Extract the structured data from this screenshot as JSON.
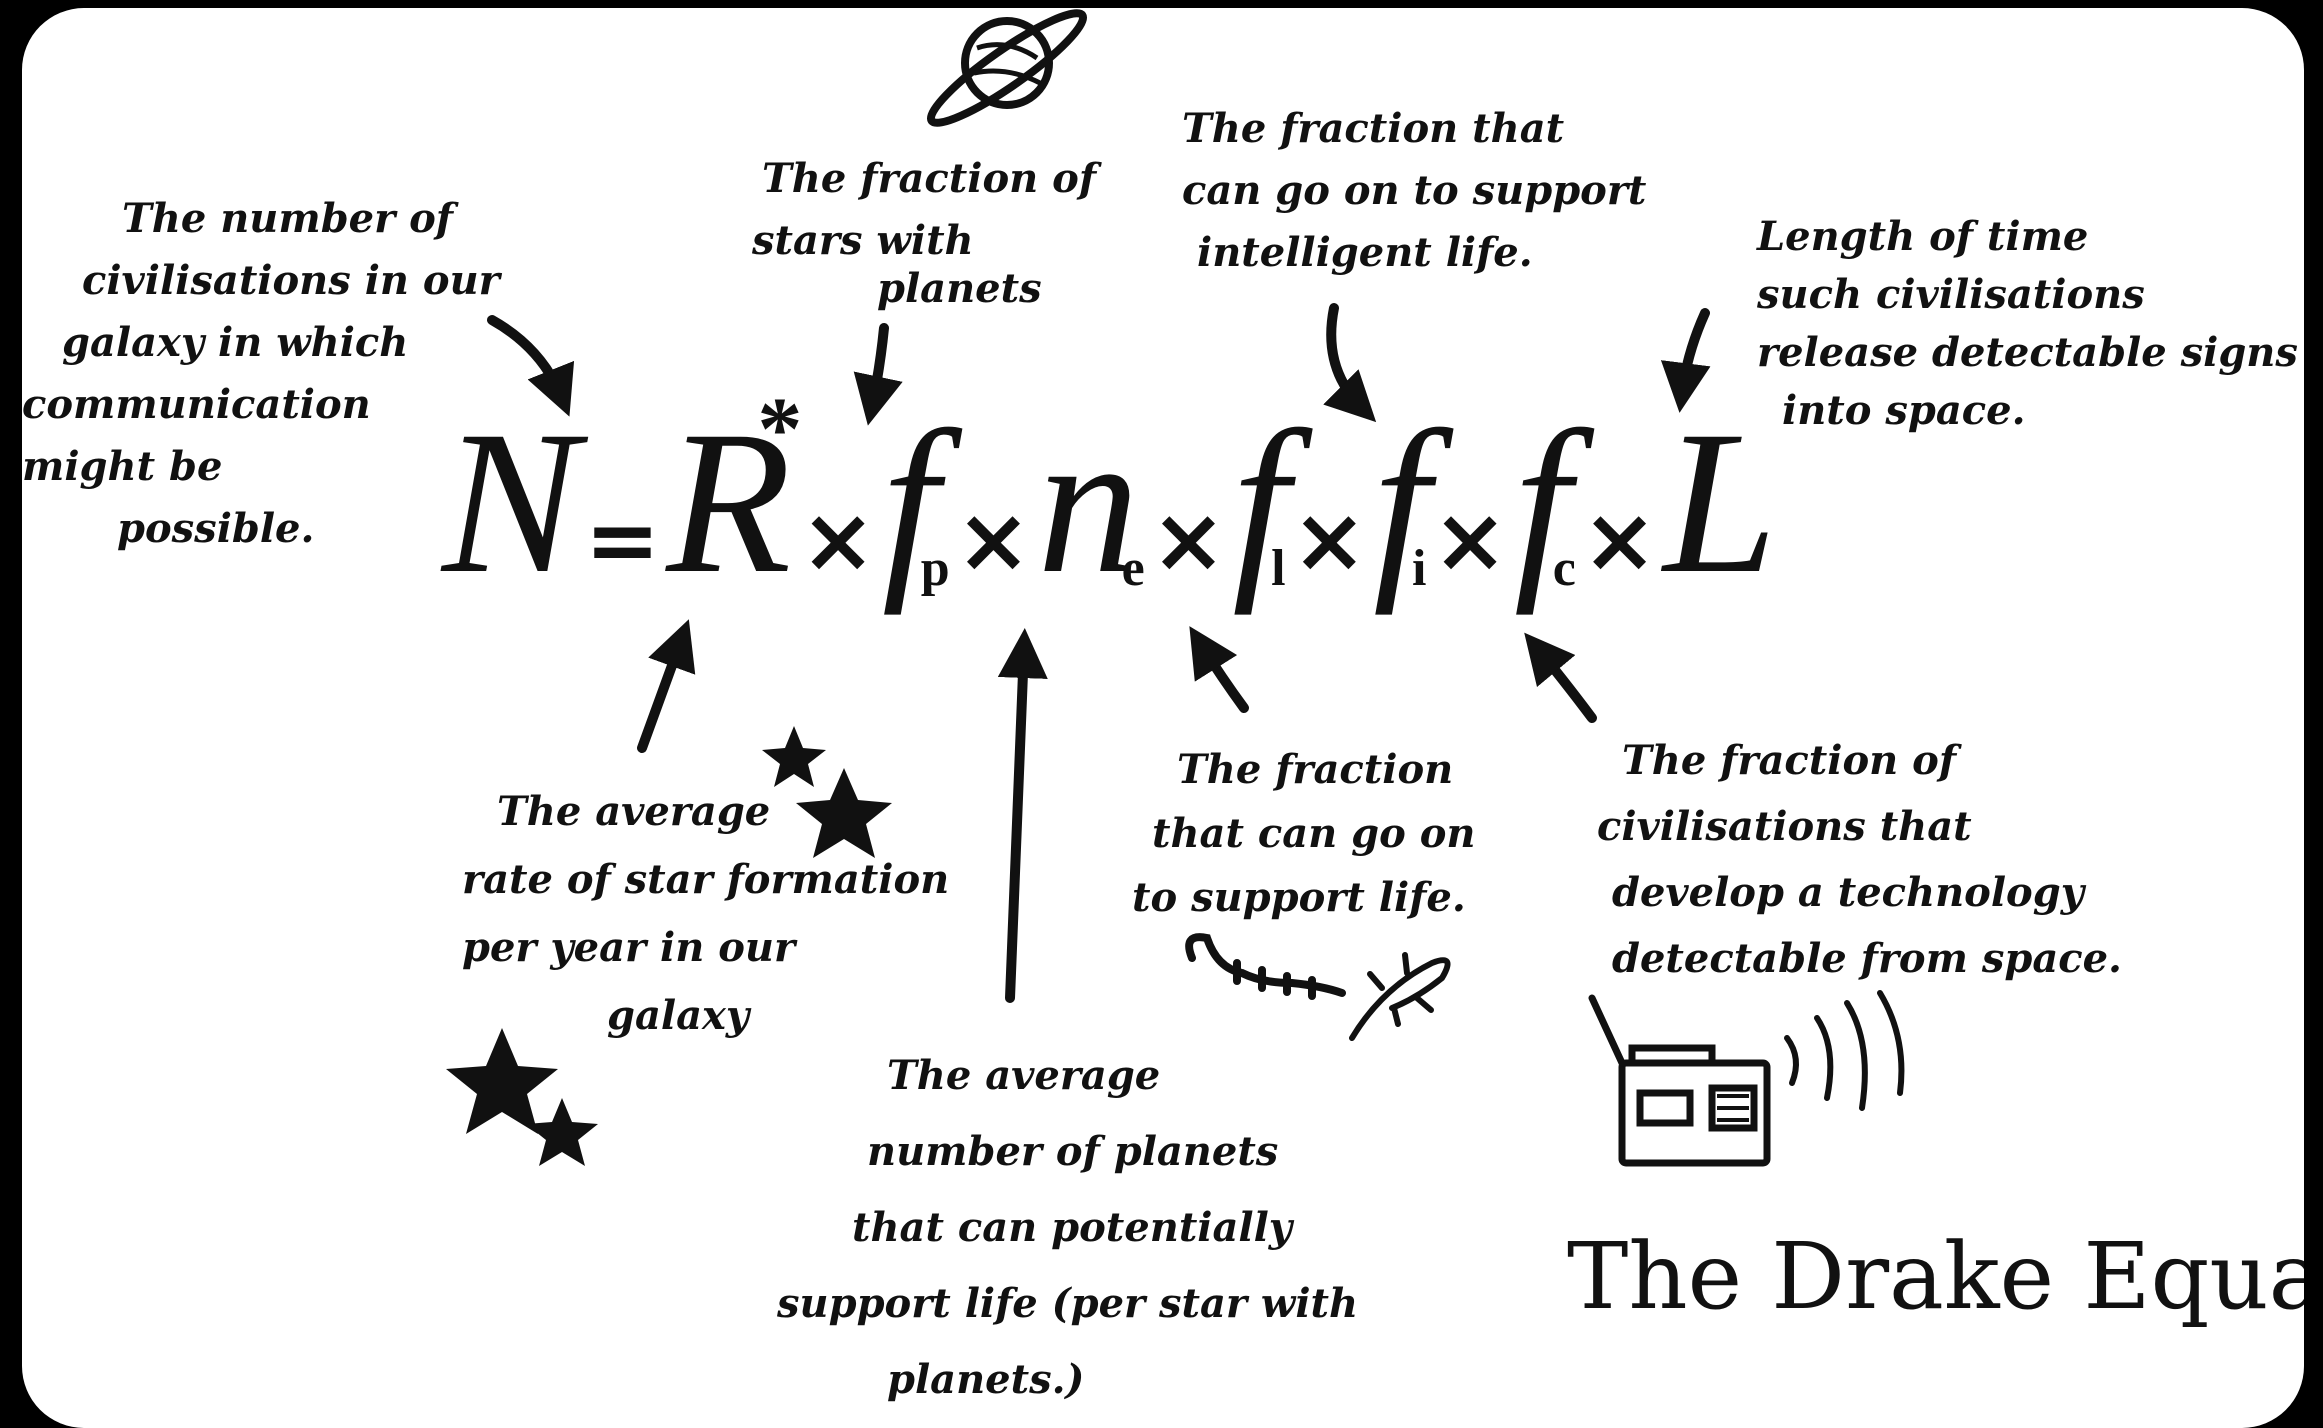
{
  "equation": {
    "N": "N",
    "eq": "=",
    "R": "R",
    "R_star": "*",
    "times": "×",
    "f": "f",
    "p": "p",
    "n": "n",
    "e": "e",
    "l": "l",
    "i": "i",
    "c": "c",
    "L": "L"
  },
  "annotations": {
    "N": [
      "The number of",
      "civilisations in our",
      "galaxy in which",
      "communication",
      "might be",
      "possible."
    ],
    "fp": [
      "The fraction of",
      "stars with",
      "planets"
    ],
    "fi": [
      "The fraction that",
      "can go on to support",
      "intelligent life."
    ],
    "L": [
      "Length of time",
      "such civilisations",
      "release detectable signs",
      "into space."
    ],
    "R": [
      "The average",
      "rate of star formation",
      "per year in our",
      "galaxy"
    ],
    "ne": [
      "The average",
      "number of planets",
      "that can potentially",
      "support life (per star with",
      "planets.)"
    ],
    "fl": [
      "The fraction",
      "that can go on",
      "to support life."
    ],
    "fc": [
      "The fraction of",
      "civilisations that",
      "develop a technology",
      "detectable from space."
    ]
  },
  "title": "The Drake Equation.",
  "icons": [
    "planet-icon",
    "star-icon",
    "worm-icon",
    "lizard-icon",
    "radio-icon",
    "radio-waves-icon",
    "arrow-icon"
  ],
  "colors": {
    "background": "#000000",
    "card": "#ffffff",
    "ink": "#111111"
  }
}
